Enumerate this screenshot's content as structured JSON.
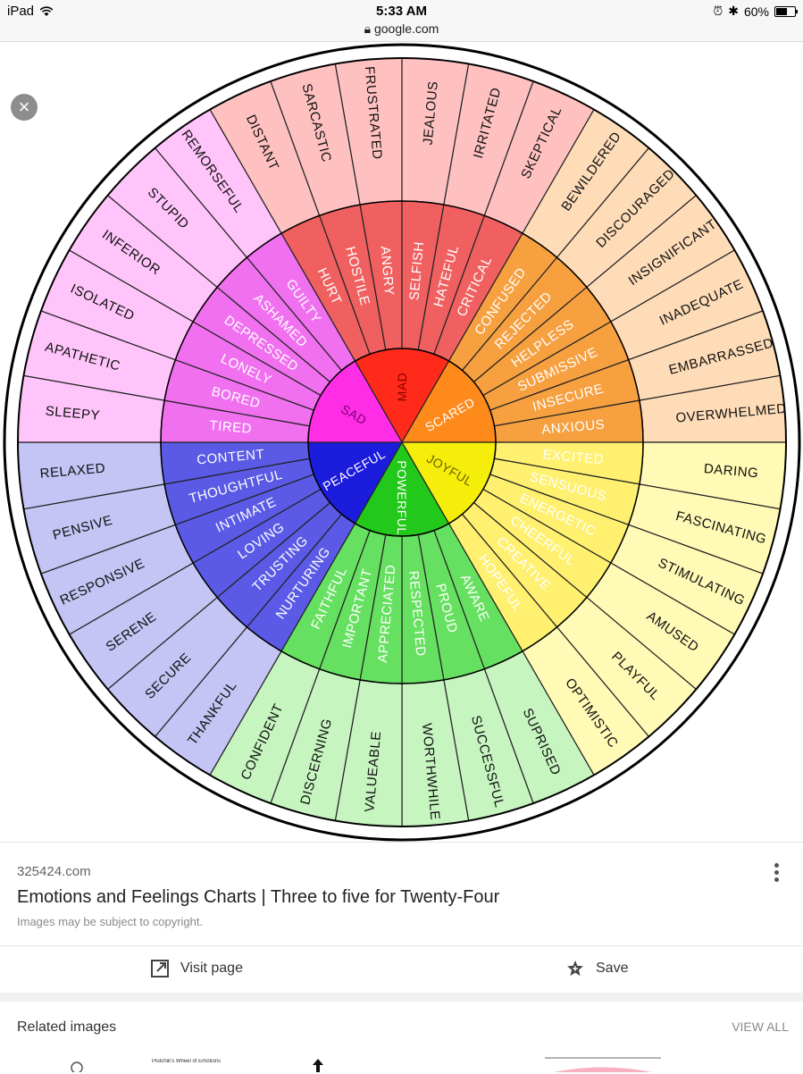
{
  "status_bar": {
    "device": "iPad",
    "time": "5:33 AM",
    "url": "google.com",
    "battery": "60%",
    "battery_level": 0.6
  },
  "wheel": {
    "core": [
      {
        "label": "MAD",
        "color": "#ff2a1a",
        "text_color": "#8b0000"
      },
      {
        "label": "SCARED",
        "color": "#ff8a1c",
        "text_color": "#ffffff"
      },
      {
        "label": "JOYFUL",
        "color": "#f5ee0a",
        "text_color": "#6b6200"
      },
      {
        "label": "POWERFUL",
        "color": "#22c81a",
        "text_color": "#ffffff"
      },
      {
        "label": "PEACEFUL",
        "color": "#1c1cdc",
        "text_color": "#ffffff"
      },
      {
        "label": "SAD",
        "color": "#ff2ee6",
        "text_color": "#7a0070"
      }
    ],
    "groups": [
      {
        "mid_color": "#f06060",
        "outer_color": "#ffc0c0",
        "middle": [
          "HURT",
          "HOSTILE",
          "ANGRY",
          "SELFISH",
          "HATEFUL",
          "CRITICAL"
        ],
        "outer": [
          "DISTANT",
          "SARCASTIC",
          "FRUSTRATED",
          "JEALOUS",
          "IRRITATED",
          "SKEPTICAL"
        ]
      },
      {
        "mid_color": "#f7a040",
        "outer_color": "#ffdcb8",
        "middle": [
          "CONFUSED",
          "REJECTED",
          "HELPLESS",
          "SUBMISSIVE",
          "INSECURE",
          "ANXIOUS"
        ],
        "outer": [
          "BEWILDERED",
          "DISCOURAGED",
          "INSIGNIFICANT",
          "INADEQUATE",
          "EMBARRASSED",
          "OVERWHELMED"
        ]
      },
      {
        "mid_color": "#fff070",
        "outer_color": "#fffab5",
        "middle": [
          "EXCITED",
          "SENSUOUS",
          "ENERGETIC",
          "CHEERFUL",
          "CREATIVE",
          "HOPEFUL"
        ],
        "outer": [
          "DARING",
          "FASCINATING",
          "STIMULATING",
          "AMUSED",
          "PLAYFUL",
          "OPTIMISTIC"
        ]
      },
      {
        "mid_color": "#66e060",
        "outer_color": "#c6f5c0",
        "middle": [
          "AWARE",
          "PROUD",
          "RESPECTED",
          "APPRECIATED",
          "IMPORTANT",
          "FAITHFUL"
        ],
        "outer": [
          "SUPRISED",
          "SUCCESSFUL",
          "WORTHWHILE",
          "VALUEABLE",
          "DISCERNING",
          "CONFIDENT"
        ]
      },
      {
        "mid_color": "#5a5ae6",
        "outer_color": "#c4c4f5",
        "middle": [
          "NURTURING",
          "TRUSTING",
          "LOVING",
          "INTIMATE",
          "THOUGHTFUL",
          "CONTENT"
        ],
        "outer": [
          "THANKFUL",
          "SECURE",
          "SERENE",
          "RESPONSIVE",
          "PENSIVE",
          "RELAXED"
        ]
      },
      {
        "mid_color": "#f070f0",
        "outer_color": "#ffc4fa",
        "middle": [
          "TIRED",
          "BORED",
          "LONELY",
          "DEPRESSED",
          "ASHAMED",
          "GUILTY"
        ],
        "outer": [
          "SLEEPY",
          "APATHETIC",
          "ISOLATED",
          "INFERIOR",
          "STUPID",
          "REMORSEFUL"
        ]
      }
    ]
  },
  "result": {
    "domain": "325424.com",
    "title": "Emotions and Feelings Charts | Three to five for Twenty-Four",
    "copyright": "Images may be subject to copyright."
  },
  "actions": {
    "visit": "Visit page",
    "save": "Save"
  },
  "related": {
    "title": "Related images",
    "view_all": "VIEW ALL",
    "thumb_caption": "Plutchik's Wheel of Emotions"
  }
}
